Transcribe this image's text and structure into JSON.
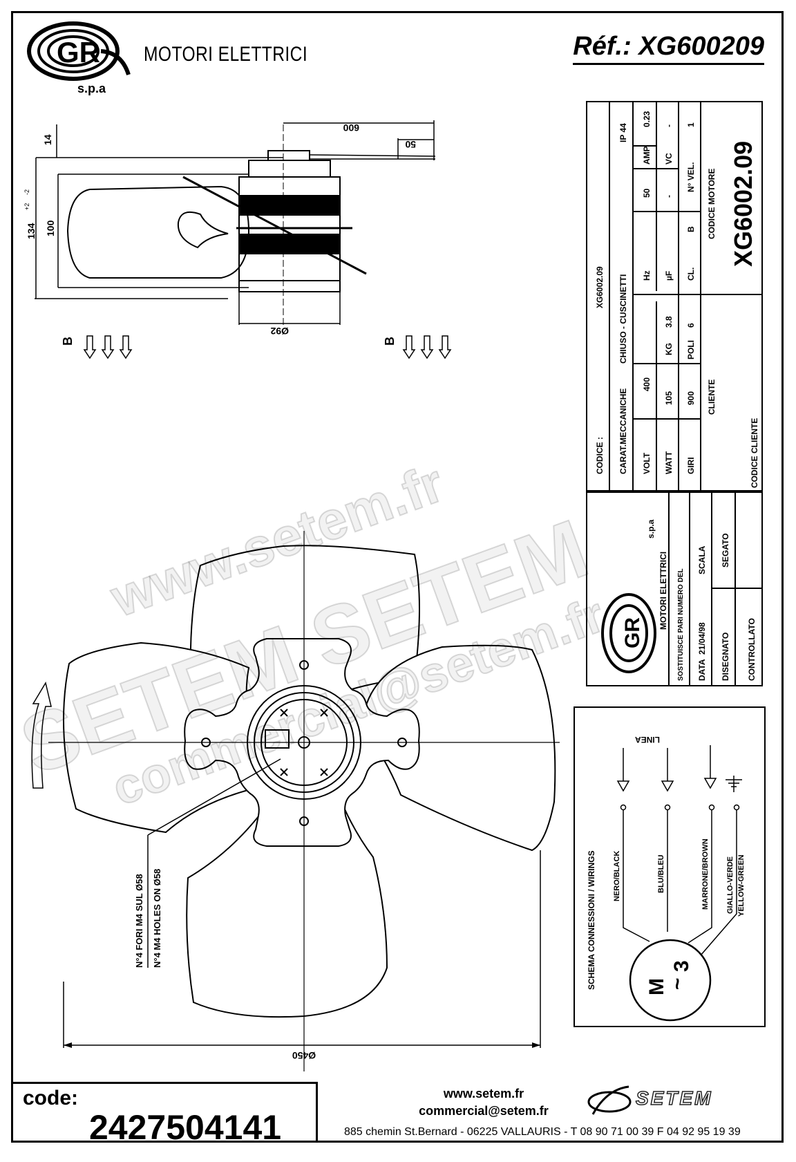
{
  "header": {
    "brand_name": "MOTORI ELETTRICI",
    "brand_suffix": "s.p.a",
    "reference": "Réf.: XG600209"
  },
  "dimensions": {
    "d14": "14",
    "d134": "134",
    "d134_tol_plus": "+2",
    "d134_tol_minus": "-2",
    "d100": "100",
    "d600": "600",
    "d50": "50",
    "d92": "Ø92",
    "d450": "Ø450",
    "view_b": "B"
  },
  "spec_table": {
    "codice_label": "CODICE :",
    "codice_value": "XG6002.09",
    "carat_label": "CARAT.MECCANICHE",
    "carat_value": "CHIUSO - CUSCINETTI",
    "ip": "IP 44",
    "volt_label": "VOLT",
    "volt_value": "400",
    "hz_label": "Hz",
    "hz_value": "50",
    "amp_label": "AMP.",
    "amp_value": "0.23",
    "watt_label": "WATT",
    "watt_value": "105",
    "kg_label": "KG",
    "kg_value": "3.8",
    "uf_label": "µF",
    "uf_value": "-",
    "vc_label": "VC",
    "vc_value": "-",
    "giri_label": "GIRI",
    "giri_value": "900",
    "poli_label": "POLI",
    "poli_value": "6",
    "cl_label": "CL.",
    "cl_value": "B",
    "nvel_label": "N° VEL.",
    "nvel_value": "1",
    "cliente_label": "CLIENTE",
    "codice_cliente_label": "CODICE CLIENTE",
    "codice_motore_label": "CODICE MOTORE",
    "codice_motore_value": "XG6002.09"
  },
  "title_block": {
    "spa": "s.p.a",
    "motori": "MOTORI ELETTRICI",
    "sostituisce": "SOSTITUISCE PARI NUMERO DEL",
    "data_label": "DATA",
    "data_value": "21/04/98",
    "scala": "SCALA",
    "disegnato": "DISEGNATO",
    "segato": "SEGATO",
    "controllato": "CONTROLLATO"
  },
  "wiring": {
    "title": "SCHEMA CONNESSIONI / WIRINGS",
    "linea": "LINEA",
    "wire1": "NERO/BLACK",
    "wire2": "BLU/BLEU",
    "wire3": "MARRONE/BROWN",
    "wire4a": "GIALLO-VERDE",
    "wire4b": "YELLOW-GREEN",
    "motor_m": "M",
    "motor_3": "3",
    "motor_tilde": "~"
  },
  "fan": {
    "holes_it": "N°4 FORI M4 SUL Ø58",
    "holes_en": "N°4 M4 HOLES ON Ø58"
  },
  "footer": {
    "code_label": "code:",
    "code_value": "2427504141",
    "web": "www.setem.fr",
    "email": "commercial@setem.fr",
    "address": "885 chemin St.Bernard  -  06225 VALLAURIS  -  T 08 90 71 00 39   F 04 92 95 19 39",
    "logo_text": "SETEM"
  },
  "watermarks": {
    "web": "www.setem.fr",
    "brand": "SETEM  SETEM",
    "email": "commercial@setem.fr"
  }
}
